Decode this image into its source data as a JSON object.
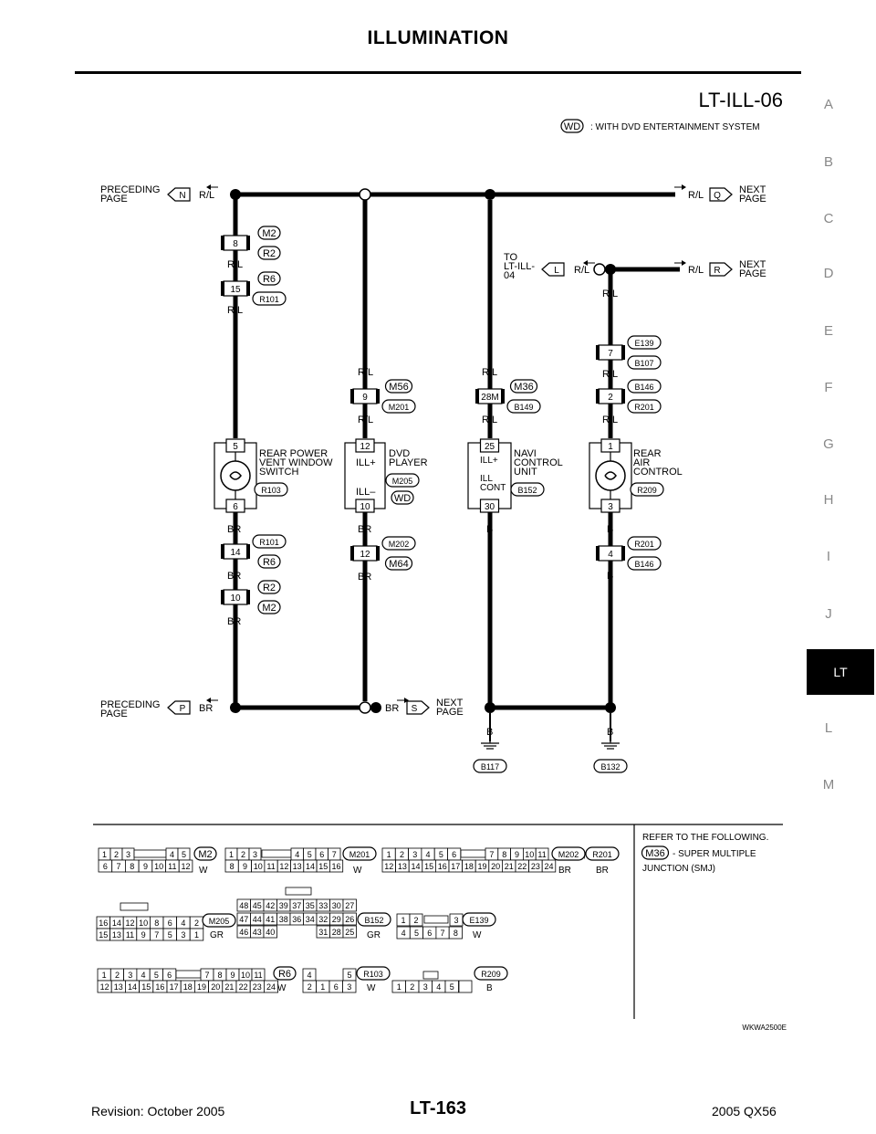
{
  "header": {
    "title": "ILLUMINATION"
  },
  "side_index": [
    "A",
    "B",
    "C",
    "D",
    "E",
    "F",
    "G",
    "H",
    "I",
    "J",
    "LT",
    "L",
    "M"
  ],
  "diagram": {
    "id": "LT-ILL-06",
    "legend": {
      "badge": "WD",
      "text": ": WITH DVD ENTERTAINMENT SYSTEM"
    },
    "top_bus": {
      "left_page": [
        "PRECEDING",
        "PAGE"
      ],
      "left_marker": "N",
      "left_wire": "R/L",
      "right_page": [
        "NEXT",
        "PAGE"
      ],
      "right_marker": "Q",
      "right_wire": "R/L"
    },
    "top_right": {
      "to_text": [
        "TO",
        "LT-ILL-",
        "04"
      ],
      "left_marker": "L",
      "left_wire": "R/L",
      "right_wire": "R/L",
      "right_marker": "R",
      "right_page": [
        "NEXT",
        "PAGE"
      ],
      "down_wire": "R/L"
    },
    "bottom_bus": {
      "left_page": [
        "PRECEDING",
        "PAGE"
      ],
      "left_marker": "P",
      "left_wire": "BR",
      "right_wire": "BR",
      "right_marker": "S",
      "right_page": [
        "NEXT",
        "PAGE"
      ]
    },
    "col1": {
      "c1": {
        "pin": "8",
        "top": "M2",
        "bottom": "R2",
        "wire": "R/L"
      },
      "c2": {
        "pin": "15",
        "top": "R6",
        "bottom": "R101",
        "wire": "R/L"
      },
      "device": {
        "pin_top": "5",
        "pin_bottom": "6",
        "label": [
          "REAR POWER",
          "VENT WINDOW",
          "SWITCH"
        ],
        "conn": "R103"
      },
      "wire_below": "BR",
      "c3": {
        "pin": "14",
        "top": "R101",
        "bottom": "R6",
        "wire": "BR"
      },
      "c4": {
        "pin": "10",
        "top": "R2",
        "bottom": "M2",
        "wire": "BR"
      }
    },
    "col2": {
      "wire_top": "R/L",
      "c1": {
        "pin": "9",
        "top": "M56",
        "bottom": "M201",
        "wire": "R/L"
      },
      "device": {
        "pin_top": "12",
        "pin_bottom": "10",
        "inner_top": "ILL+",
        "inner_bottom": "ILL–",
        "label": [
          "DVD",
          "PLAYER"
        ],
        "conn": "M205",
        "badge": "WD"
      },
      "wire_below": "BR",
      "c2": {
        "pin": "12",
        "top": "M202",
        "bottom": "M64",
        "wire": "BR"
      }
    },
    "col3": {
      "wire_top": "R/L",
      "c1": {
        "pin": "28M",
        "top": "M36",
        "bottom": "B149",
        "wire": "R/L"
      },
      "device": {
        "pin_top": "25",
        "pin_bottom": "30",
        "inner": [
          "ILL+",
          "",
          "ILL",
          "CONT"
        ],
        "label": [
          "NAVI",
          "CONTROL",
          "UNIT"
        ],
        "conn": "B152"
      },
      "wire_below": "B",
      "ground_wire": "B",
      "ground": "B117"
    },
    "col4": {
      "c1": {
        "pin": "7",
        "top": "E139",
        "bottom": "B107",
        "wire": "R/L"
      },
      "c2": {
        "pin": "2",
        "top": "B146",
        "bottom": "R201",
        "wire": "R/L"
      },
      "device": {
        "pin_top": "1",
        "pin_bottom": "3",
        "label": [
          "REAR",
          "AIR",
          "CONTROL"
        ],
        "conn": "R209"
      },
      "wire_below": "B",
      "c3": {
        "pin": "4",
        "top": "R201",
        "bottom": "B146",
        "wire": "B"
      },
      "ground_wire": "B",
      "ground": "B132"
    },
    "refer": {
      "lines": [
        "REFER TO THE FOLLOWING.",
        "- SUPER MULTIPLE",
        "JUNCTION (SMJ)"
      ],
      "badge": "M36"
    },
    "connectors": {
      "m2": {
        "row1": [
          "1",
          "2",
          "3",
          "4",
          "5"
        ],
        "row2": [
          "6",
          "7",
          "8",
          "9",
          "10",
          "11",
          "12"
        ],
        "badge": "M2",
        "color": "W"
      },
      "m201": {
        "row1": [
          "1",
          "2",
          "3",
          "4",
          "5",
          "6",
          "7"
        ],
        "row2": [
          "8",
          "9",
          "10",
          "11",
          "12",
          "13",
          "14",
          "15",
          "16"
        ],
        "badge": "M201",
        "color": "W"
      },
      "m202": {
        "row1": [
          "1",
          "2",
          "3",
          "4",
          "5",
          "6",
          "7",
          "8",
          "9",
          "10",
          "11"
        ],
        "row2": [
          "12",
          "13",
          "14",
          "15",
          "16",
          "17",
          "18",
          "19",
          "20",
          "21",
          "22",
          "23",
          "24"
        ],
        "badge": "M202",
        "badge2": "R201",
        "sep": ",",
        "color": "BR",
        "color2": "BR"
      },
      "m205": {
        "row1": [
          "16",
          "14",
          "12",
          "10",
          "8",
          "6",
          "4",
          "2"
        ],
        "row2": [
          "15",
          "13",
          "11",
          "9",
          "7",
          "5",
          "3",
          "1"
        ],
        "badge": "M205",
        "color": "GR"
      },
      "b152": {
        "row1": [
          "48",
          "45",
          "42",
          "39",
          "37",
          "35",
          "33",
          "30",
          "27"
        ],
        "row2": [
          "47",
          "44",
          "41",
          "38",
          "36",
          "34",
          "32",
          "29",
          "26"
        ],
        "row3": [
          "46",
          "43",
          "40",
          "31",
          "28",
          "25"
        ],
        "badge": "B152",
        "color": "GR"
      },
      "e139": {
        "row1": [
          "1",
          "2",
          "3"
        ],
        "row2": [
          "4",
          "5",
          "6",
          "7",
          "8"
        ],
        "badge": "E139",
        "color": "W"
      },
      "r6": {
        "row1": [
          "1",
          "2",
          "3",
          "4",
          "5",
          "6",
          "7",
          "8",
          "9",
          "10",
          "11"
        ],
        "row2": [
          "12",
          "13",
          "14",
          "15",
          "16",
          "17",
          "18",
          "19",
          "20",
          "21",
          "22",
          "23",
          "24"
        ],
        "badge": "R6",
        "color": "W"
      },
      "r103": {
        "row1": [
          "4",
          "5"
        ],
        "row2": [
          "2",
          "1",
          "6",
          "3"
        ],
        "badge": "R103",
        "color": "W"
      },
      "r209": {
        "row1": [
          "1",
          "2",
          "3",
          "4",
          "5"
        ],
        "badge": "R209",
        "color": "B"
      }
    },
    "code": "WKWA2500E"
  },
  "footer": {
    "revision": "Revision: October 2005",
    "page": "LT-163",
    "model": "2005 QX56"
  }
}
